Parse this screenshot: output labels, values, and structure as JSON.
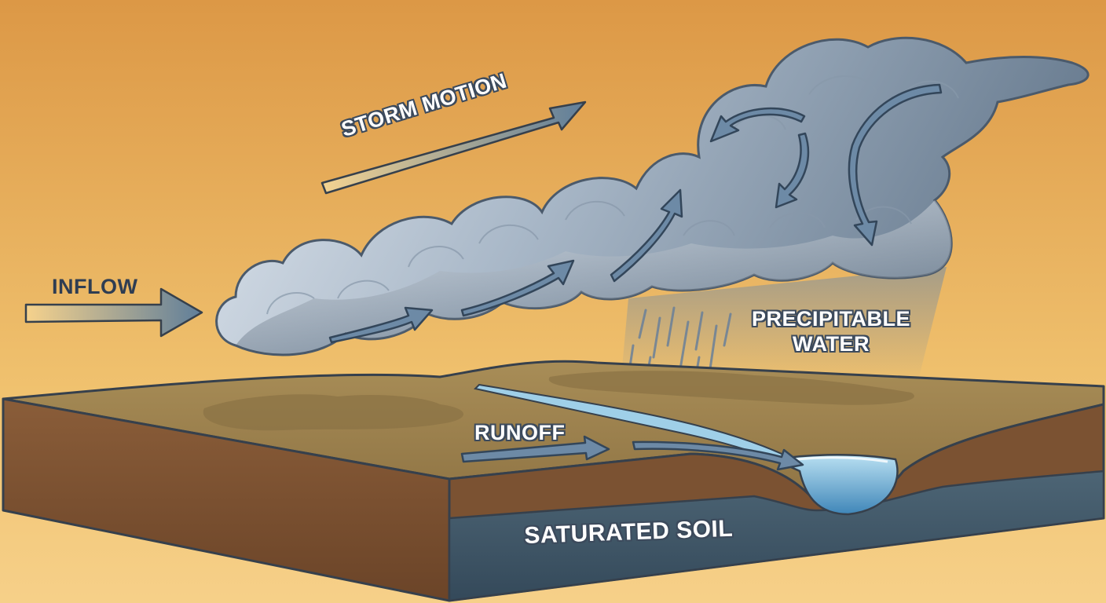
{
  "labels": {
    "inflow": "INFLOW",
    "storm_motion": "STORM MOTION",
    "precipitable_water_line1": "PRECIPITABLE",
    "precipitable_water_line2": "WATER",
    "runoff": "RUNOFF",
    "saturated_soil": "SATURATED SOIL"
  },
  "colors": {
    "sky_top": "#dd9c48",
    "sky_bottom": "#f2c777",
    "ground_top": "#a08650",
    "soil_side": "#7b5232",
    "saturated_layer": "#43596a",
    "cloud_light": "#e6ecf2",
    "cloud_dark": "#6f8194",
    "arrow_fill": "#6d8aa6",
    "water": "#7fb4d6",
    "outline": "#36404c"
  }
}
